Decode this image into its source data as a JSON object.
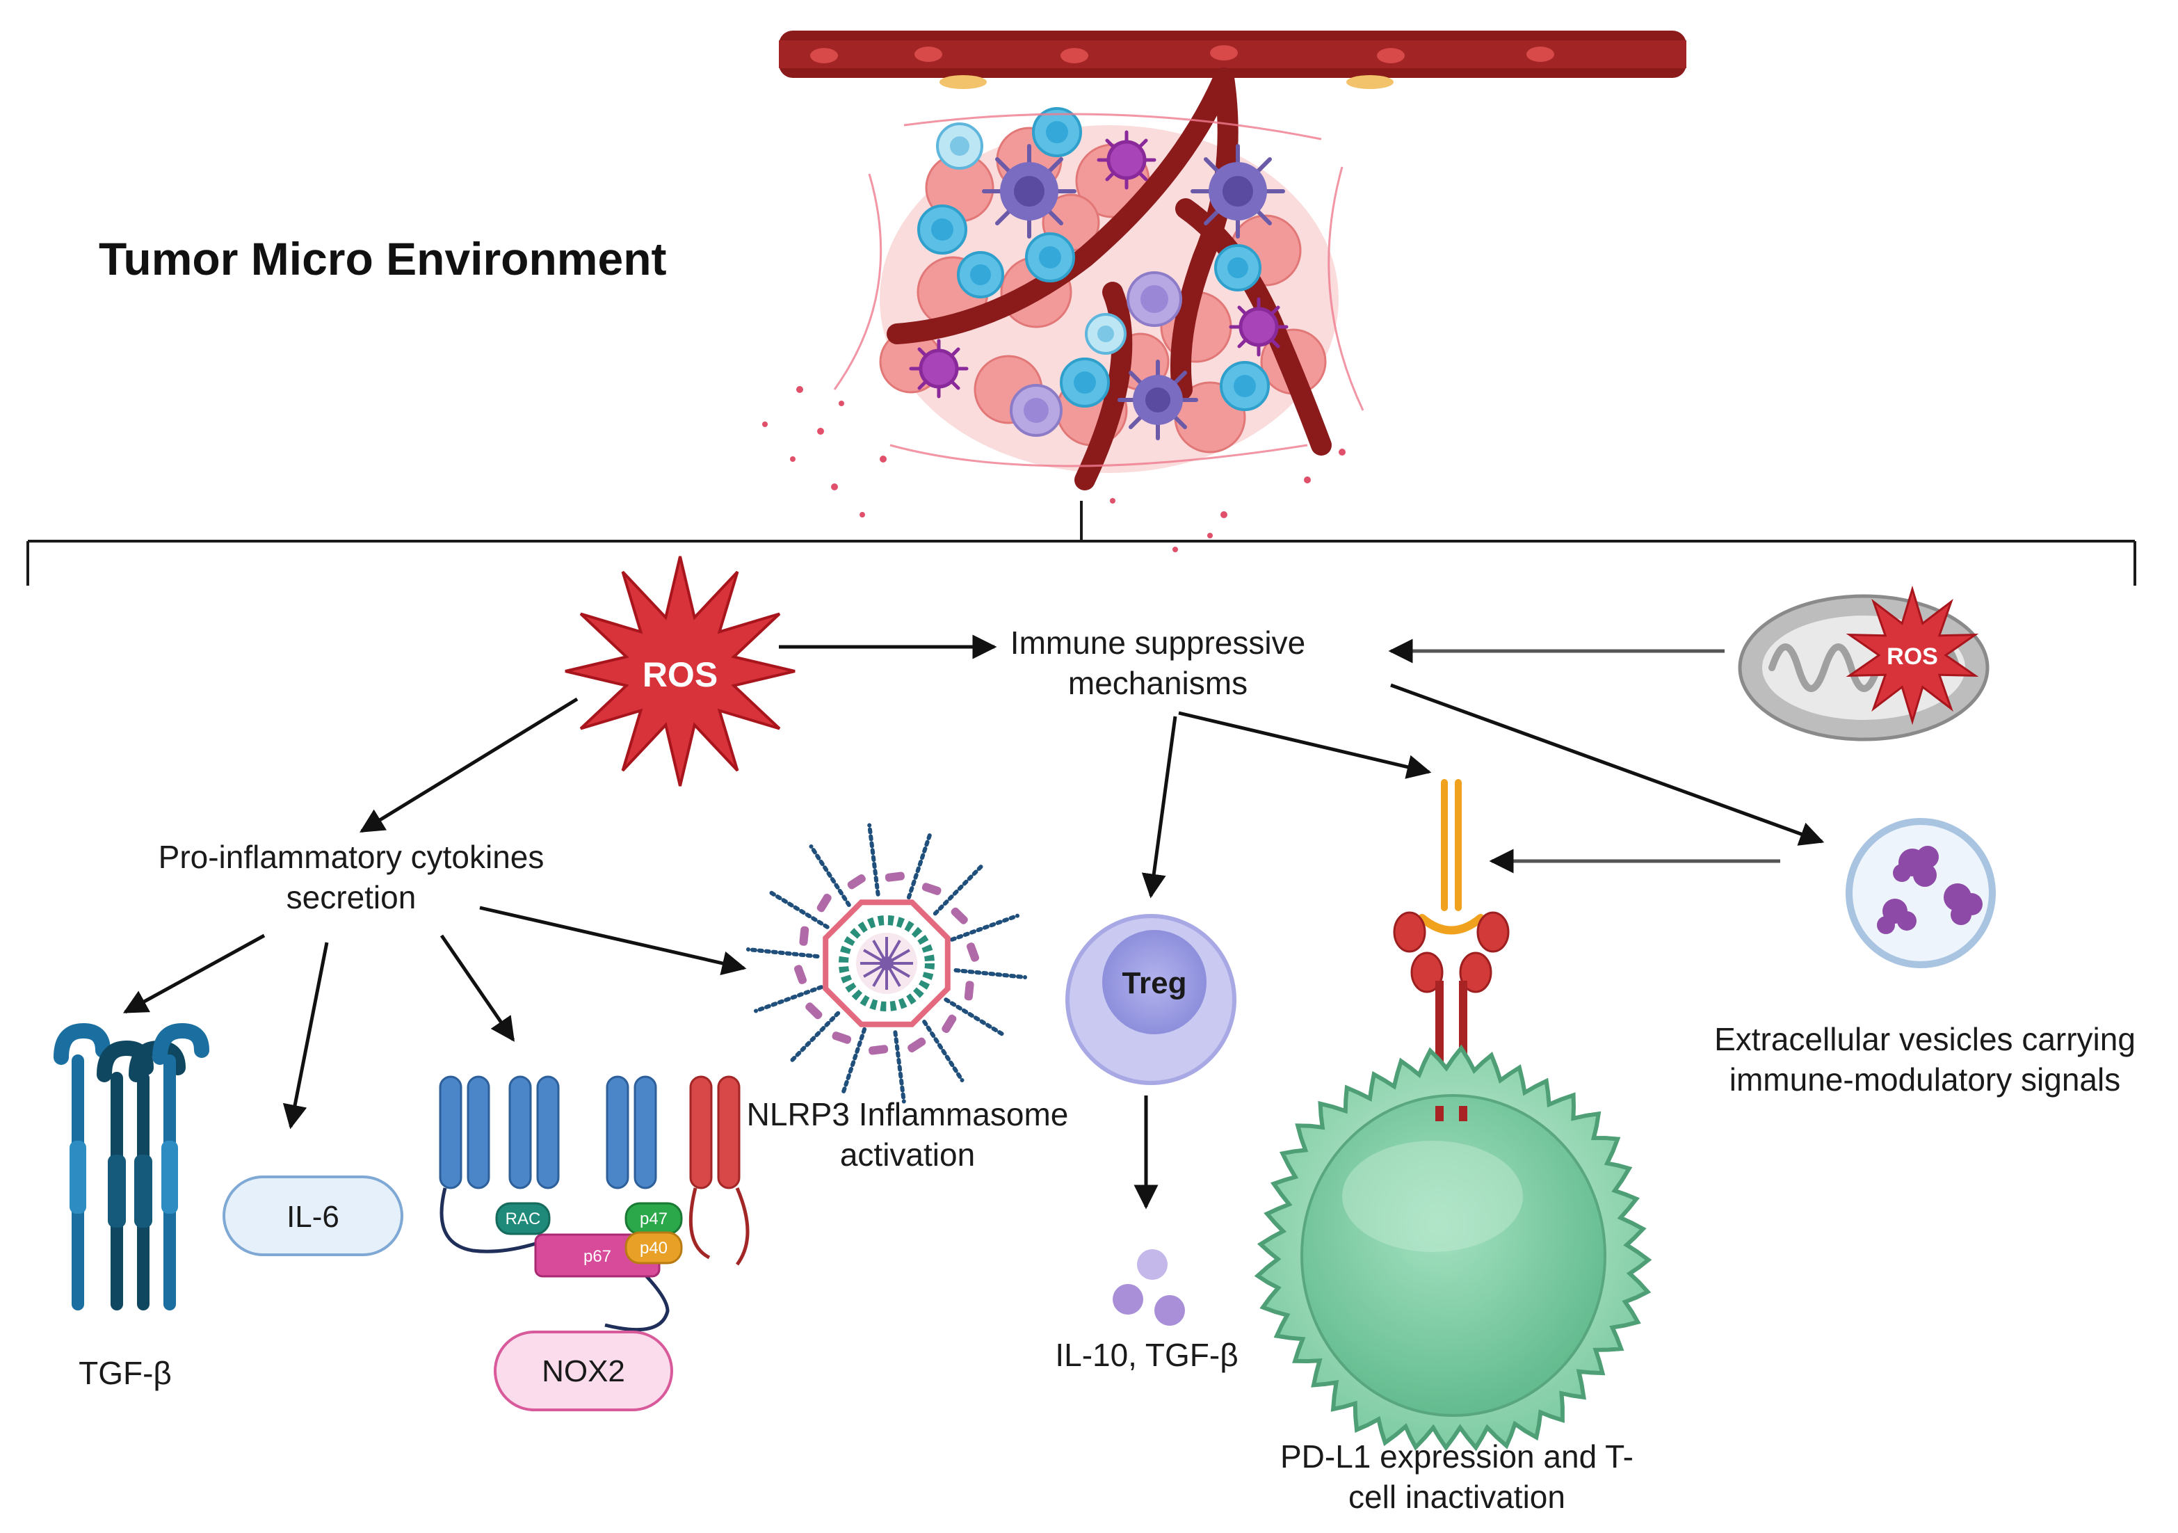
{
  "title": "Tumor Micro Environment",
  "ros_label": "ROS",
  "mito_ros_label": "ROS",
  "immune_label_line1": "Immune suppressive",
  "immune_label_line2": "mechanisms",
  "cytokines_label_line1": "Pro-inflammatory cytokines",
  "cytokines_label_line2": "secretion",
  "nlrp3_label_line1": "NLRP3 Inflammasome",
  "nlrp3_label_line2": "activation",
  "tgfb_label": "TGF-β",
  "il6_label": "IL-6",
  "nox2_label": "NOX2",
  "nox2_subunits": {
    "rac": "RAC",
    "p67": "p67",
    "p47": "p47",
    "p40": "p40"
  },
  "treg_label": "Treg",
  "il10_label": "IL-10, TGF-β",
  "pdl1_label_line1": "PD-L1 expression and T-",
  "pdl1_label_line2": "cell inactivation",
  "ev_label_line1": "Extracellular vesicles carrying",
  "ev_label_line2": "immune-modulatory signals",
  "colors": {
    "ros_red": "#d8333a",
    "vessel_red": "#8b1a1a",
    "tumor_pink": "#f4a3a3",
    "tgfb_blue": "#1b6fa0",
    "nox_blue": "#4a86c8",
    "treg_purple": "#9b9be0",
    "tcell_green": "#8fd6b0",
    "vesicle_purple": "#8d4aa6"
  }
}
